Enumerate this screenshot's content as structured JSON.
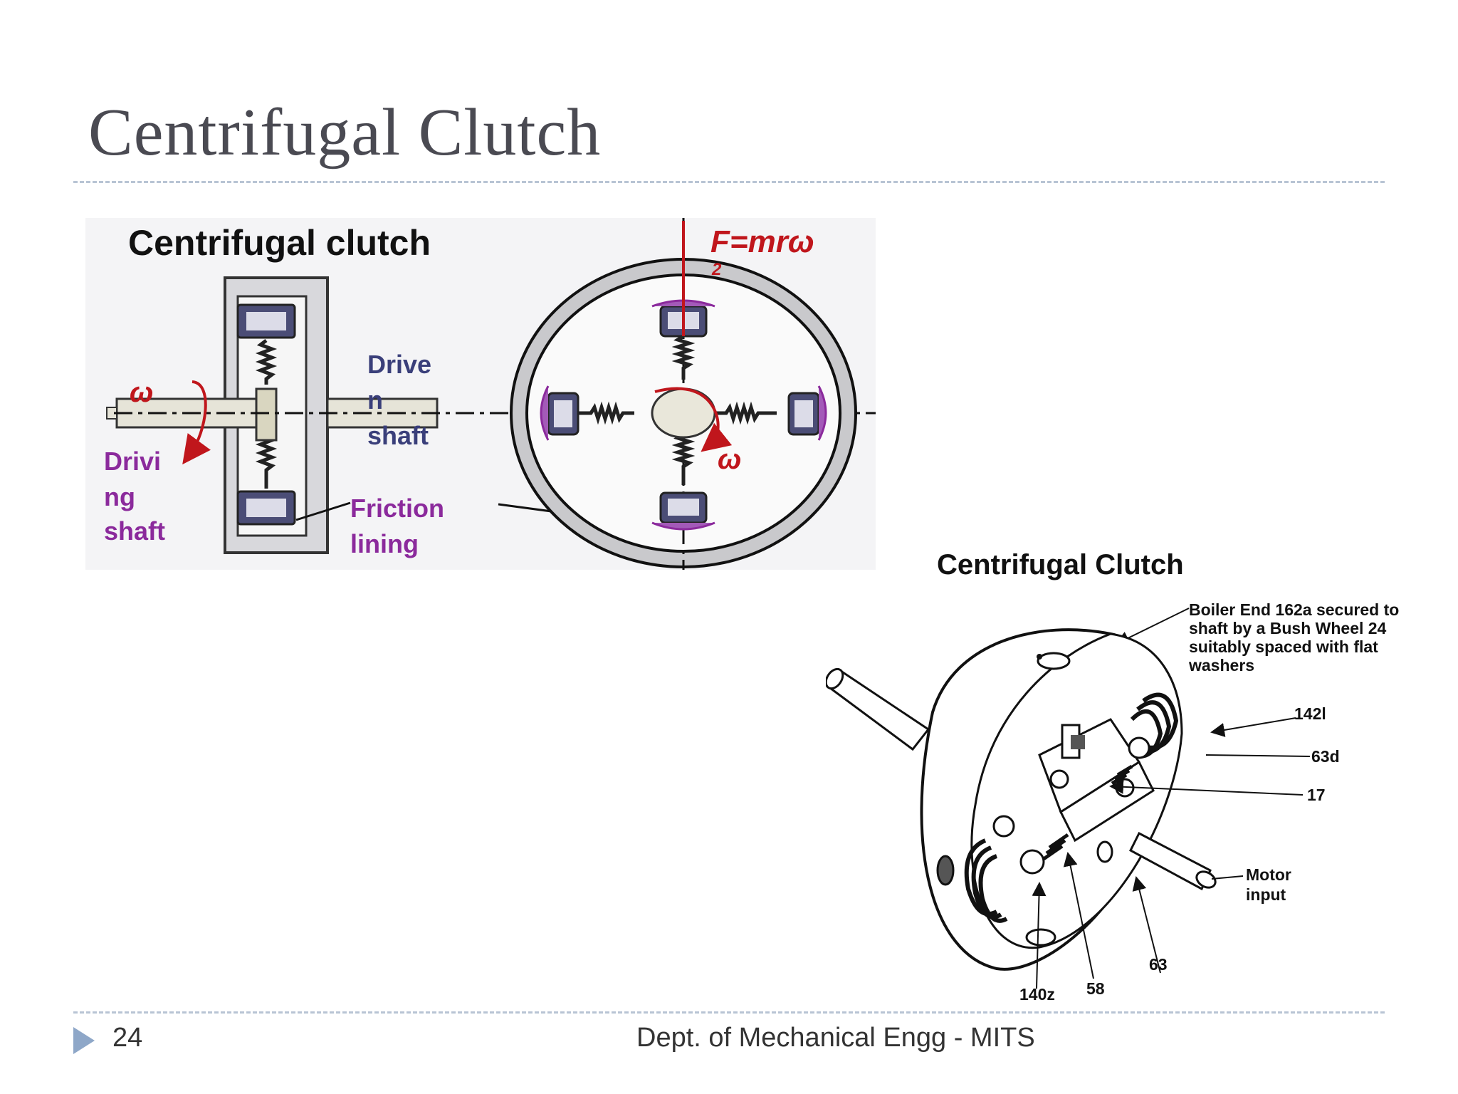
{
  "slide": {
    "title": "Centrifugal Clutch",
    "page_number": "24",
    "footer": "Dept. of Mechanical Engg - MITS"
  },
  "figure_left": {
    "heading": "Centrifugal clutch",
    "formula_main": "F=mrω",
    "formula_exp": "2",
    "omega_left": "ω",
    "omega_right": "ω",
    "driving_shaft": [
      "Drivi",
      "ng",
      "shaft"
    ],
    "driven_shaft": [
      "Drive",
      "n",
      "shaft"
    ],
    "friction_lining": [
      "Friction",
      "lining"
    ]
  },
  "figure_right": {
    "heading": "Centrifugal Clutch",
    "boiler_note": [
      "Boiler End 162a secured to",
      "shaft by a Bush Wheel 24",
      "suitably spaced with flat",
      "washers"
    ],
    "labels": {
      "l142": "142l",
      "l63d": "63d",
      "l17": "17",
      "motor": [
        "Motor",
        "input"
      ],
      "l63": "63",
      "l58": "58",
      "l140z": "140z"
    }
  },
  "colors": {
    "red": "#c0161c",
    "purple": "#8b2a9c",
    "navy": "#3a3f7a",
    "title": "#4a4a52",
    "arrow": "#8ea7c8"
  }
}
